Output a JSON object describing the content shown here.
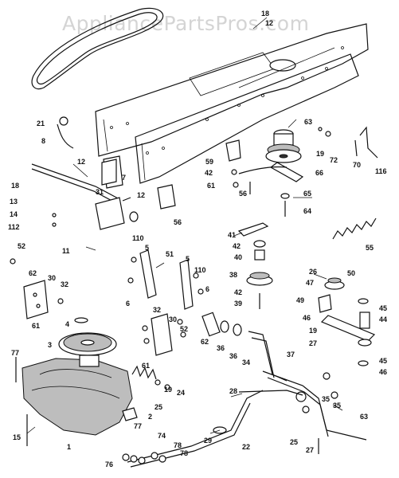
{
  "watermark": "AppliancePartsPros.com",
  "labels": {
    "l1": "1",
    "l2": "2",
    "l3": "3",
    "l4": "4",
    "l5a": "5",
    "l5b": "5",
    "l6a": "6",
    "l6b": "6",
    "l7": "7",
    "l8": "8",
    "l11": "11",
    "l12a": "12",
    "l12b": "12",
    "l13": "13",
    "l14": "14",
    "l15": "15",
    "l18a": "18",
    "l18b": "18",
    "l19a": "19",
    "l19b": "19",
    "l19c": "19",
    "l21": "21",
    "l22": "22",
    "l24": "24",
    "l25a": "25",
    "l25b": "25",
    "l26": "26",
    "l27a": "27",
    "l27b": "27",
    "l28": "28",
    "l29": "29",
    "l30a": "30",
    "l30b": "30",
    "l31": "31",
    "l32a": "32",
    "l32b": "32",
    "l34": "34",
    "l35a": "35",
    "l35b": "35",
    "l36a": "36",
    "l36b": "36",
    "l37": "37",
    "l38": "38",
    "l39": "39",
    "l40": "40",
    "l41": "41",
    "l42a": "42",
    "l42b": "42",
    "l44": "44",
    "l45a": "45",
    "l45b": "45",
    "l46a": "46",
    "l46b": "46",
    "l47": "47",
    "l49": "49",
    "l50": "50",
    "l51": "51",
    "l52a": "52",
    "l52b": "52",
    "l55": "55",
    "l56a": "56",
    "l56b": "56",
    "l59": "59",
    "l61a": "61",
    "l61b": "61",
    "l61c": "61",
    "l62a": "62",
    "l62b": "62",
    "l63a": "63",
    "l63b": "63",
    "l64": "64",
    "l65": "65",
    "l66": "66",
    "l70": "70",
    "l72": "72",
    "l74": "74",
    "l76": "76",
    "l77a": "77",
    "l77b": "77",
    "l78a": "78",
    "l78b": "78",
    "l110a": "110",
    "l110b": "110",
    "l112": "112",
    "l116": "116"
  }
}
